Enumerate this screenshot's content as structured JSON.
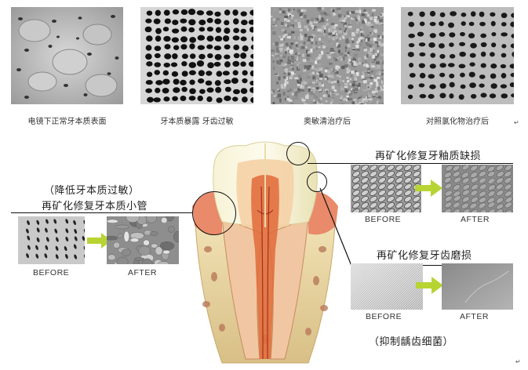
{
  "top_row": [
    {
      "caption": "电镜下正常牙本质表面"
    },
    {
      "caption": "牙本质暴露 牙齿过敏"
    },
    {
      "caption": "奥敏清治疗后"
    },
    {
      "caption": "对照氯化物治疗后"
    }
  ],
  "left_panel": {
    "subtitle": "（降低牙本质过敏）",
    "title": "再矿化修复牙本质小管",
    "before_label": "BEFORE",
    "after_label": "AFTER"
  },
  "right_top_panel": {
    "title": "再矿化修复牙釉质缺损",
    "before_label": "BEFORE",
    "after_label": "AFTER"
  },
  "right_bottom_panel": {
    "title": "再矿化修复牙齿磨损",
    "before_label": "BEFORE",
    "after_label": "AFTER",
    "footer": "（抑制龋齿细菌）"
  },
  "colors": {
    "arrow": "#b8d432",
    "gum": "#e98a6a",
    "enamel": "#f3efc9",
    "bone": "#e8d8a8"
  }
}
